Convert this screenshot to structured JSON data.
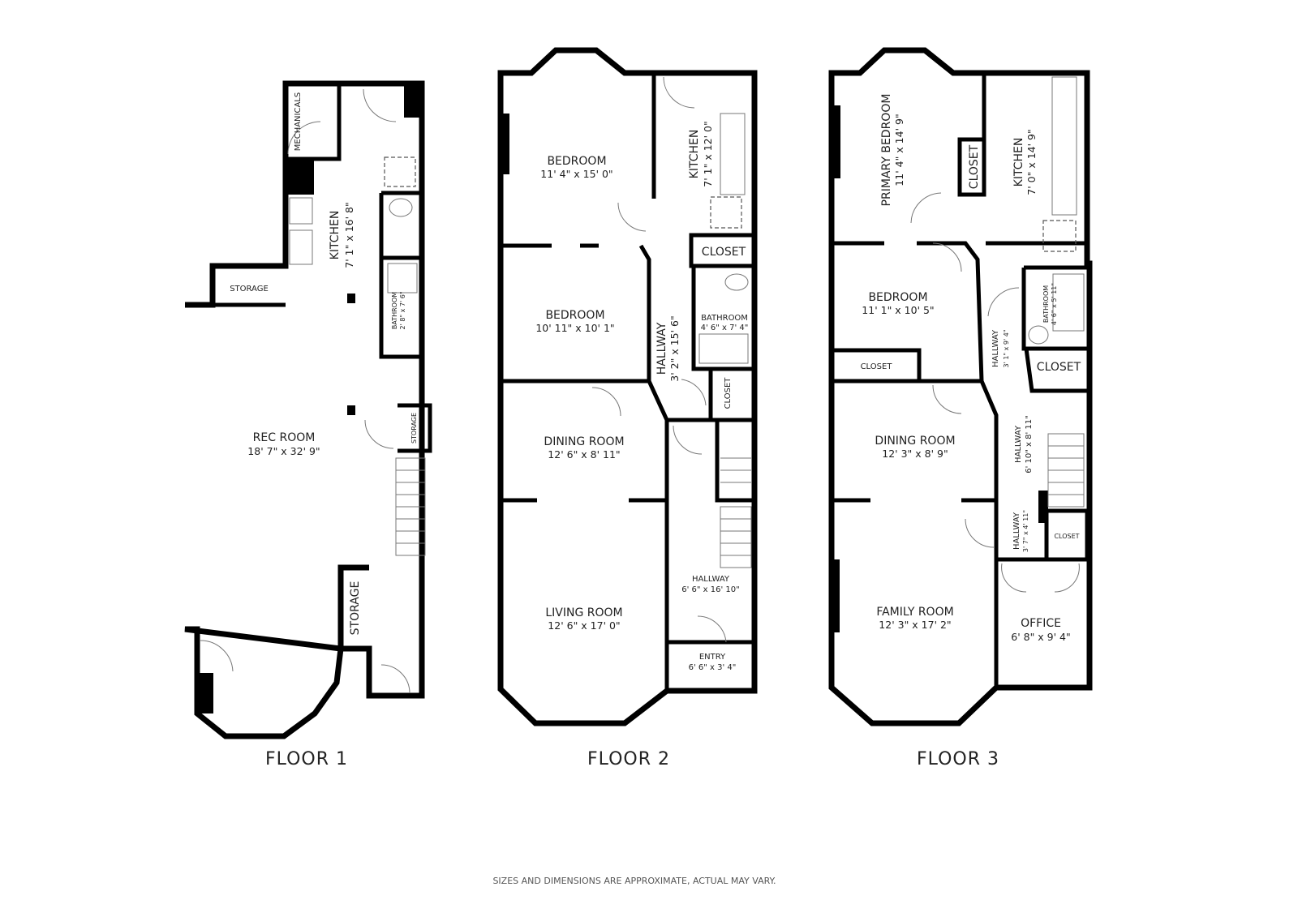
{
  "floors": [
    {
      "label": "FLOOR 1",
      "rooms": [
        {
          "name": "MECHANICALS"
        },
        {
          "name": "KITCHEN",
          "dims": "7' 1\" x 16' 8\""
        },
        {
          "name": "STORAGE"
        },
        {
          "name": "BATHROOM",
          "dims": "2' 8\" x 7' 6\""
        },
        {
          "name": "REC ROOM",
          "dims": "18' 7\" x 32' 9\""
        },
        {
          "name": "STORAGE"
        },
        {
          "name": "STORAGE"
        }
      ]
    },
    {
      "label": "FLOOR 2",
      "rooms": [
        {
          "name": "BEDROOM",
          "dims": "11' 4\" x 15' 0\""
        },
        {
          "name": "KITCHEN",
          "dims": "7' 1\" x 12' 0\""
        },
        {
          "name": "CLOSET"
        },
        {
          "name": "BEDROOM",
          "dims": "10' 11\" x 10' 1\""
        },
        {
          "name": "HALLWAY",
          "dims": "3' 2\" x 15' 6\""
        },
        {
          "name": "BATHROOM",
          "dims": "4' 6\" x 7' 4\""
        },
        {
          "name": "CLOSET"
        },
        {
          "name": "DINING ROOM",
          "dims": "12' 6\" x 8' 11\""
        },
        {
          "name": "LIVING ROOM",
          "dims": "12' 6\" x 17' 0\""
        },
        {
          "name": "HALLWAY",
          "dims": "6' 6\" x 16' 10\""
        },
        {
          "name": "ENTRY",
          "dims": "6' 6\" x 3' 4\""
        }
      ]
    },
    {
      "label": "FLOOR 3",
      "rooms": [
        {
          "name": "PRIMARY BEDROOM",
          "dims": "11' 4\" x 14' 9\""
        },
        {
          "name": "CLOSET"
        },
        {
          "name": "KITCHEN",
          "dims": "7' 0\" x 14' 9\""
        },
        {
          "name": "BEDROOM",
          "dims": "11' 1\" x 10' 5\""
        },
        {
          "name": "BATHROOM",
          "dims": "4' 6\" x 5' 11\""
        },
        {
          "name": "HALLWAY",
          "dims": "3' 1\" x 9' 4\""
        },
        {
          "name": "CLOSET"
        },
        {
          "name": "CLOSET"
        },
        {
          "name": "DINING ROOM",
          "dims": "12' 3\" x 8' 9\""
        },
        {
          "name": "HALLWAY",
          "dims": "6' 10\" x 8' 11\""
        },
        {
          "name": "HALLWAY",
          "dims": "3' 7\" x 4' 11\""
        },
        {
          "name": "CLOSET"
        },
        {
          "name": "FAMILY ROOM",
          "dims": "12' 3\" x 17' 2\""
        },
        {
          "name": "OFFICE",
          "dims": "6' 8\" x 9' 4\""
        }
      ]
    }
  ],
  "disclaimer": "SIZES AND DIMENSIONS ARE APPROXIMATE, ACTUAL MAY VARY."
}
